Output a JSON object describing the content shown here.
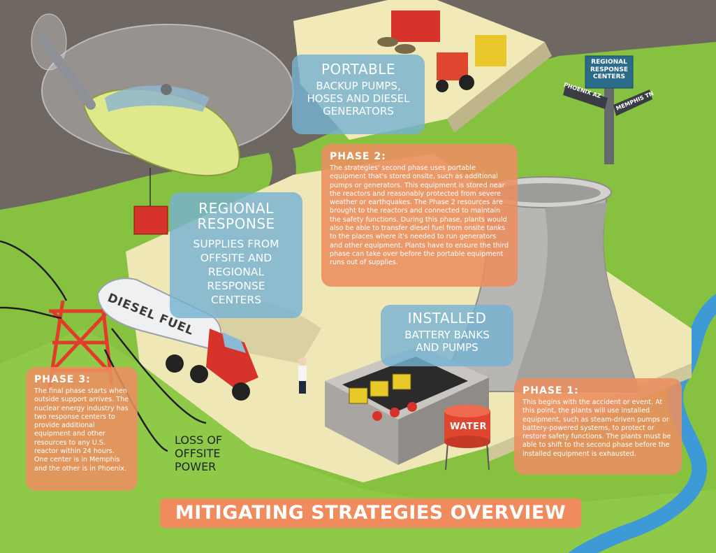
{
  "title": "MITIGATING STRATEGIES OVERVIEW",
  "portable": {
    "heading": "PORTABLE",
    "body": "BACKUP PUMPS, HOSES AND DIESEL GENERATORS"
  },
  "regional": {
    "heading": "REGIONAL RESPONSE",
    "body": "SUPPLIES FROM OFFSITE AND REGIONAL RESPONSE CENTERS"
  },
  "installed": {
    "heading": "INSTALLED",
    "body": "BATTERY BANKS AND PUMPS"
  },
  "phase1": {
    "heading": "PHASE 1:",
    "body": "This begins with the accident or event. At this point, the plants will use installed equipment, such as steam-driven pumps or battery-powered systems, to protect or restore safety functions. The plants must be able to shift to the second phase before the installed equipment is exhausted."
  },
  "phase2": {
    "heading": "PHASE 2:",
    "body": "The strategies' second phase uses portable equipment that's stored onsite, such as additional pumps or generators. This equipment is stored near the reactors and reasonably protected from severe weather or earthquakes. The Phase 2 resources are brought to the reactors and connected to maintain the safety functions. During this phase, plants would also be able to transfer diesel fuel from onsite tanks to the places where it's needed to run generators and other equipment. Plants have to ensure the third phase can take over before the portable equipment runs out of supplies."
  },
  "phase3": {
    "heading": "PHASE 3:",
    "body": "The final phase starts when outside support arrives. The nuclear energy industry has two response centers to provide additional equipment and other resources to any U.S. reactor within 24 hours. One center is in Memphis and the other is in Phoenix."
  },
  "loss_of_power": "LOSS OF OFFSITE POWER",
  "signpost": {
    "header": "REGIONAL RESPONSE CENTERS",
    "left": "PHOENIX AZ",
    "right": "MEMPHIS TN"
  },
  "truck_label": "DIESEL FUEL",
  "water_label": "WATER",
  "colors": {
    "grass": "#86c23f",
    "river": "#3d9ad6",
    "road_dark": "#6e6660",
    "pad": "#efe7b6",
    "orange_box": "#ec8e60",
    "blue_box": "#76b2d2",
    "title_bg": "#ef8b5c"
  }
}
